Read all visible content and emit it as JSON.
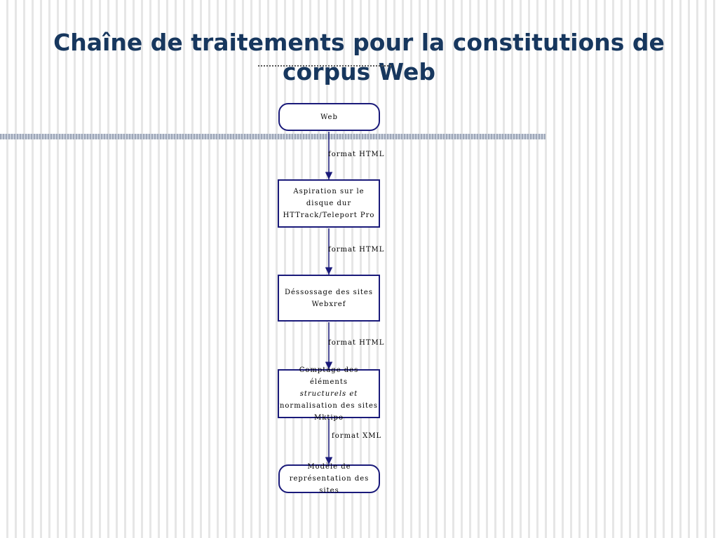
{
  "slide": {
    "title_line1": "Chaîne de traitements pour la constitutions de",
    "title_line2": "corpus Web"
  },
  "flowchart": {
    "nodes": [
      {
        "id": "web",
        "shape": "terminal",
        "lines": [
          "Web"
        ]
      },
      {
        "id": "aspiration",
        "shape": "process",
        "lines": [
          "Aspiration sur le",
          "disque dur",
          "HTTrack/Teleport Pro"
        ]
      },
      {
        "id": "dessossage",
        "shape": "process",
        "lines": [
          "Déssossage des sites",
          "Webxref"
        ]
      },
      {
        "id": "comptage",
        "shape": "process",
        "lines": [
          "Comptage des éléments",
          "structurels et",
          "normalisation des sites",
          "Mktipo"
        ]
      },
      {
        "id": "modele",
        "shape": "terminal",
        "lines": [
          "Modèle de",
          "représentation des sites"
        ]
      }
    ],
    "edges": [
      {
        "from": "web",
        "to": "aspiration",
        "label": "format HTML"
      },
      {
        "from": "aspiration",
        "to": "dessossage",
        "label": "format HTML"
      },
      {
        "from": "dessossage",
        "to": "comptage",
        "label": "format HTML"
      },
      {
        "from": "comptage",
        "to": "modele",
        "label": "format XML"
      }
    ]
  },
  "colors": {
    "title": "#17375e",
    "node_border": "#1a1a7a",
    "arrow": "#1a1a7a"
  }
}
